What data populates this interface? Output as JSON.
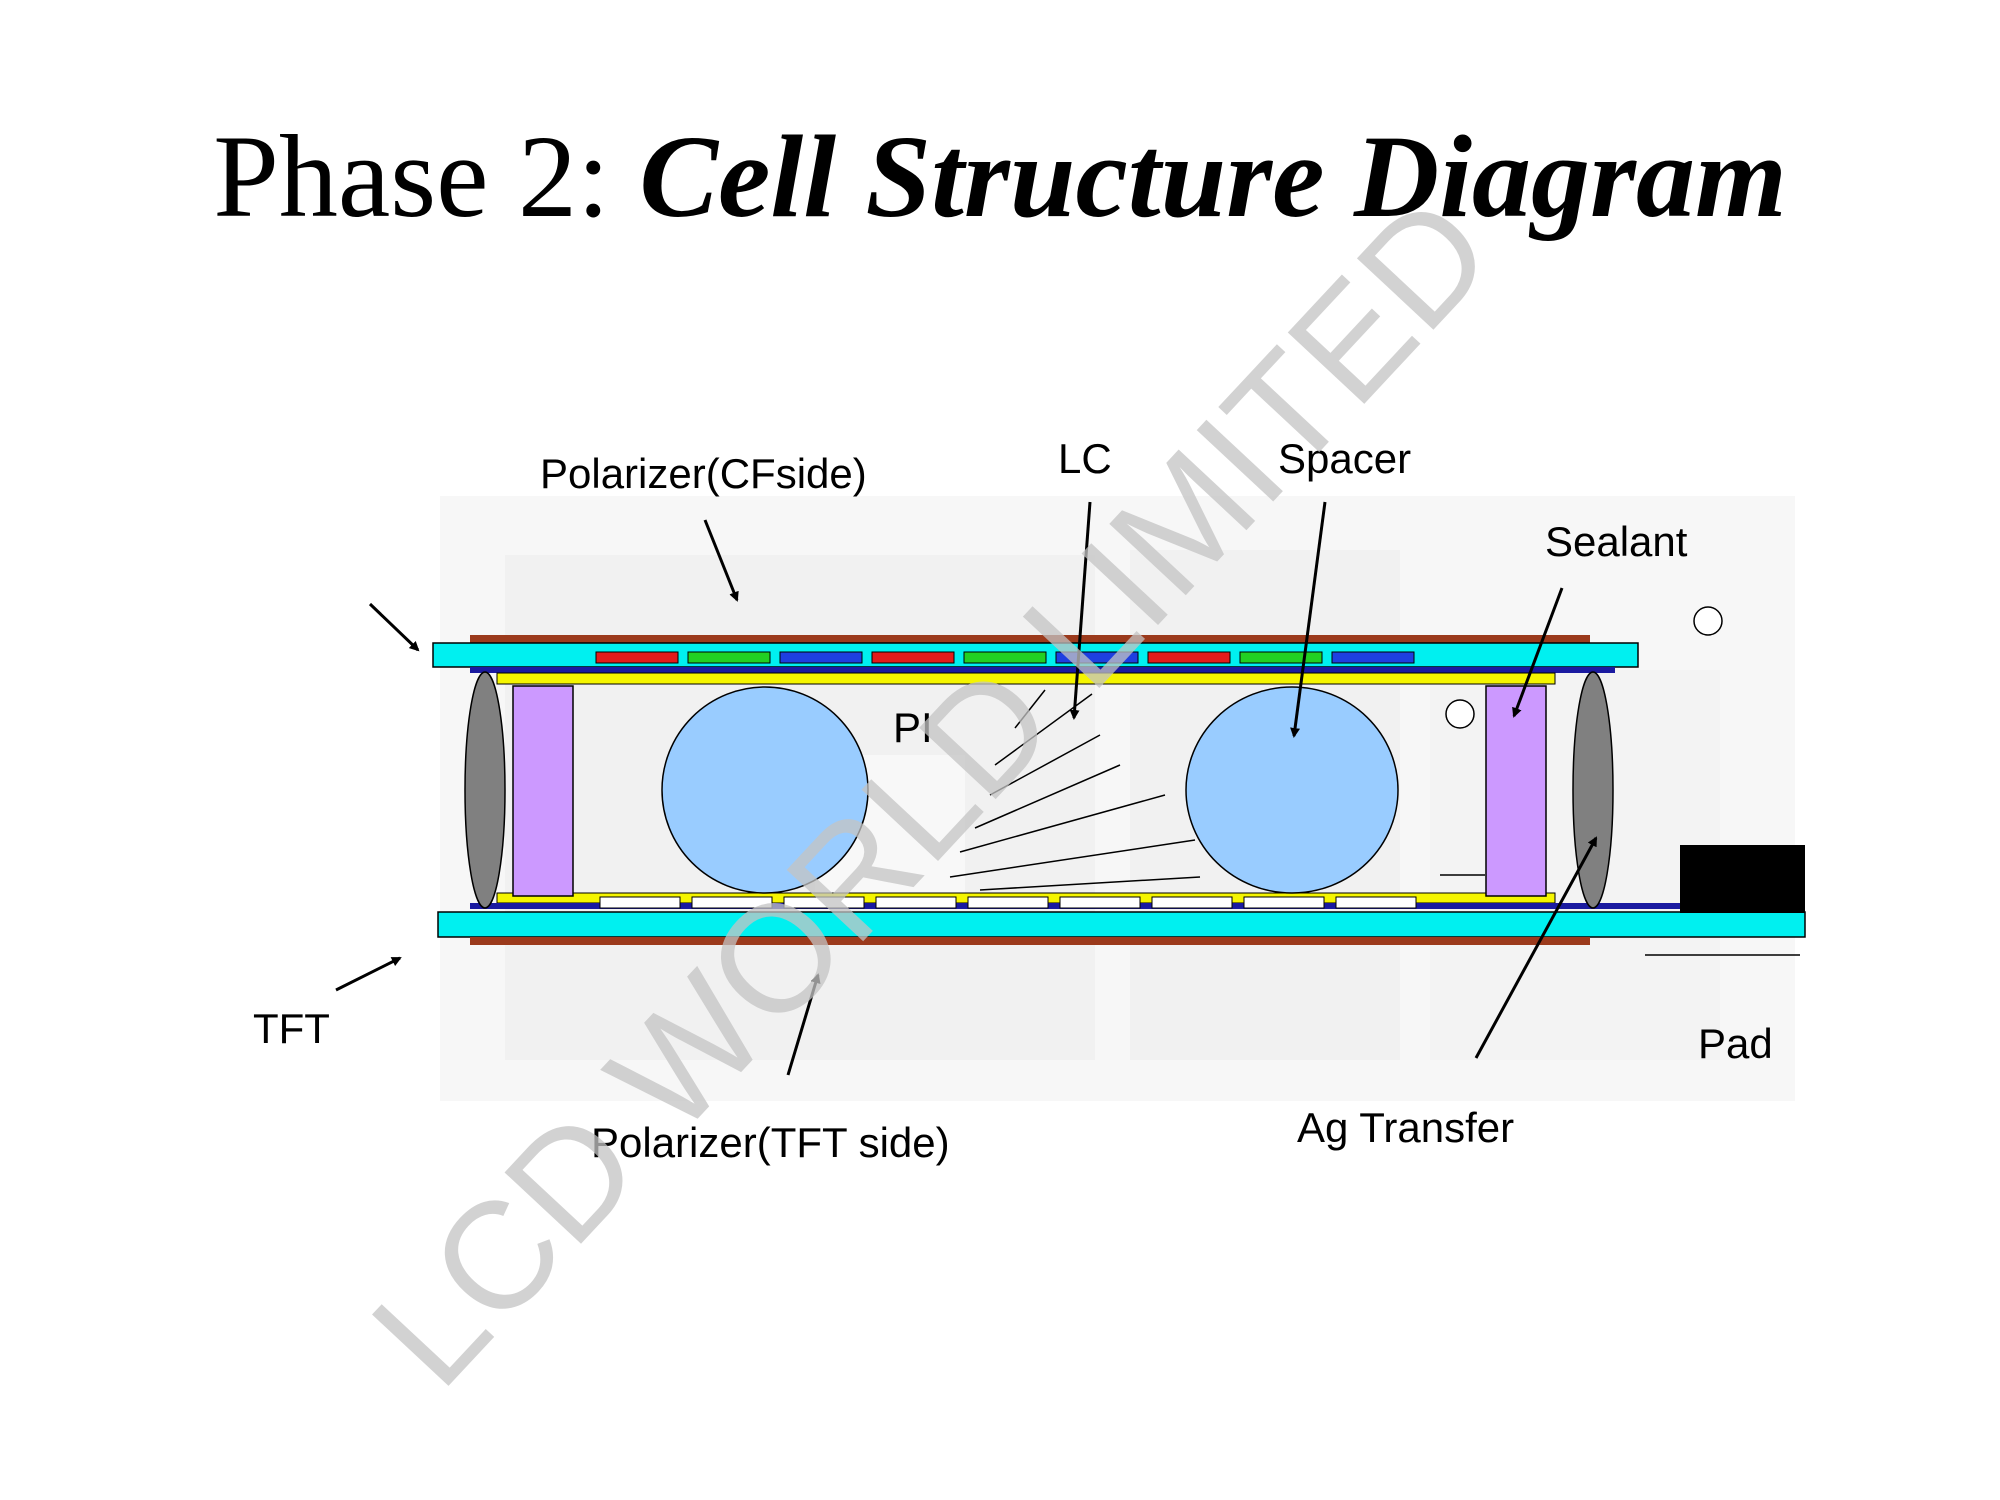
{
  "title": {
    "prefix": "Phase 2: ",
    "emphasis": "Cell Structure Diagram"
  },
  "labels": {
    "polarizer_cf": "Polarizer(CFside)",
    "lc": "LC",
    "spacer": "Spacer",
    "sealant": "Sealant",
    "pi": "PI",
    "tft": "TFT",
    "polarizer_tft": "Polarizer(TFT side)",
    "ag_transfer": "Ag Transfer",
    "pad": "Pad"
  },
  "watermark": "LCD WORLD LIMITED",
  "colors": {
    "glass": "#00f0f0",
    "polarizer": "#9b3a1c",
    "electrode": "#1a1aa0",
    "alignment_pi": "#f5f500",
    "spacer": "#99ccff",
    "sealant": "#cc99ff",
    "ag_transfer": "#808080",
    "pad": "#000000",
    "color_filter": [
      "#e41b1b",
      "#22d022",
      "#1e3fe0"
    ]
  }
}
